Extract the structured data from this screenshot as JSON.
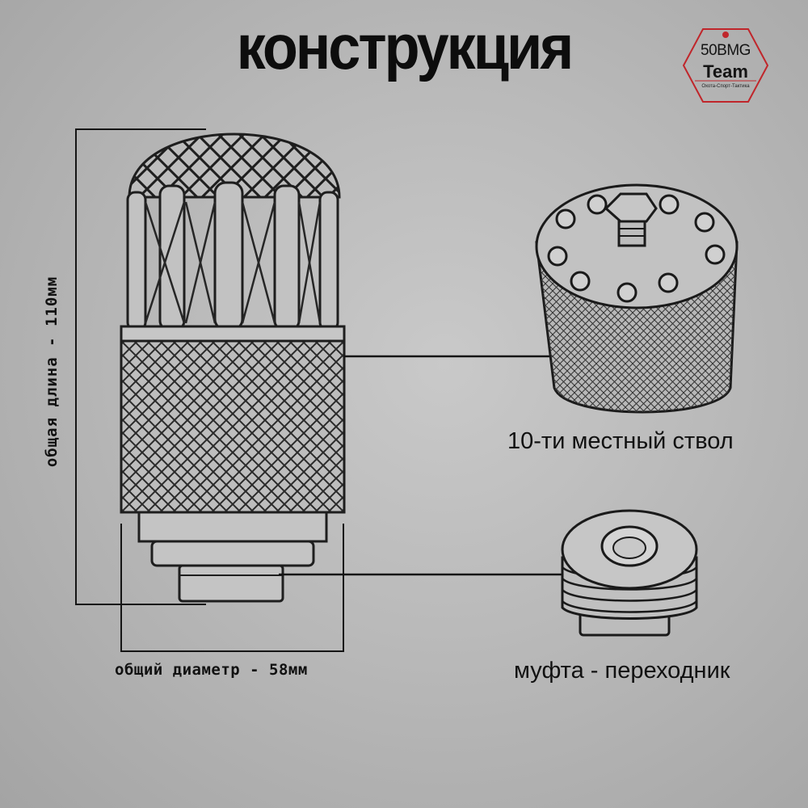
{
  "title": "конструкция",
  "logo": {
    "line1": "50BMG",
    "line2": "Team",
    "line3": "Охота-Спорт-Тактика",
    "accent_color": "#c0262b"
  },
  "dimensions": {
    "length_label": "общая длина - 110мм",
    "diameter_label": "общий диаметр - 58мм"
  },
  "parts": {
    "barrel_label": "10-ти местный ствол",
    "adapter_label": "муфта - переходник"
  },
  "colors": {
    "background": "#b9b9b9",
    "ink": "#111111"
  }
}
